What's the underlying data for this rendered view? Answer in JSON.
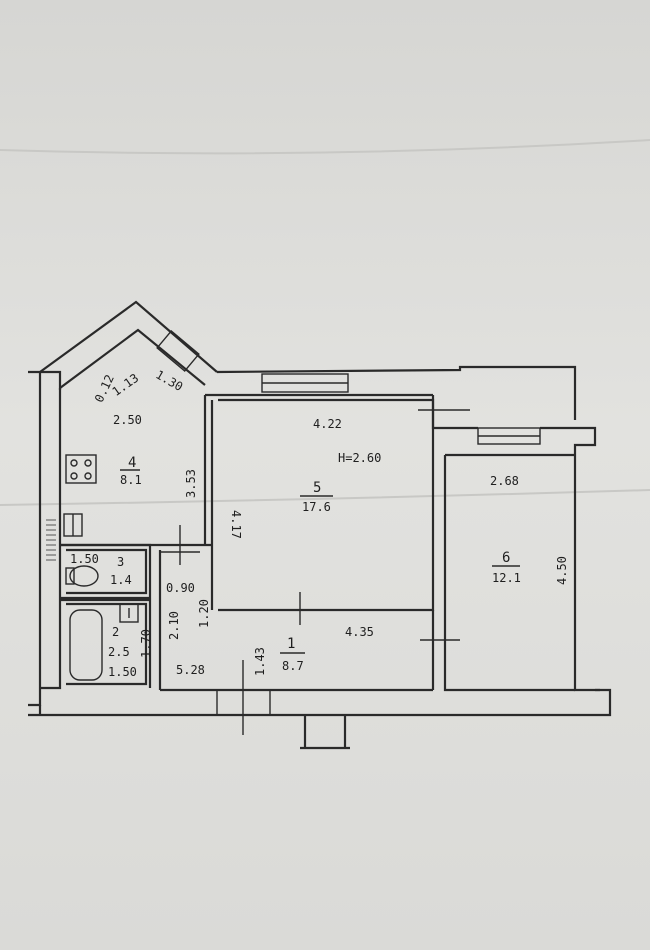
{
  "plan": {
    "ceiling_height": "H=2.60",
    "rooms": [
      {
        "id": "1",
        "area": "8.7"
      },
      {
        "id": "2",
        "area": "2.5"
      },
      {
        "id": "3",
        "area": "1.4"
      },
      {
        "id": "4",
        "area": "8.1"
      },
      {
        "id": "5",
        "area": "17.6"
      },
      {
        "id": "6",
        "area": "12.1"
      }
    ],
    "dimensions": {
      "kitchen_diag_a": "1.13",
      "kitchen_diag_b": "1.30",
      "kitchen_corner": "0.12",
      "kitchen_width": "2.50",
      "kitchen_length": "3.53",
      "living_width": "4.22",
      "living_length": "4.17",
      "bedroom_width": "2.68",
      "bedroom_length": "4.50",
      "wc_width": "1.50",
      "wc_depth": "0.90",
      "corridor_a": "1.20",
      "corridor_b": "2.10",
      "bath_depth": "1.70",
      "bath_width": "1.50",
      "hall_length_a": "5.28",
      "hall_length_b": "4.35",
      "hall_depth": "1.43"
    }
  }
}
